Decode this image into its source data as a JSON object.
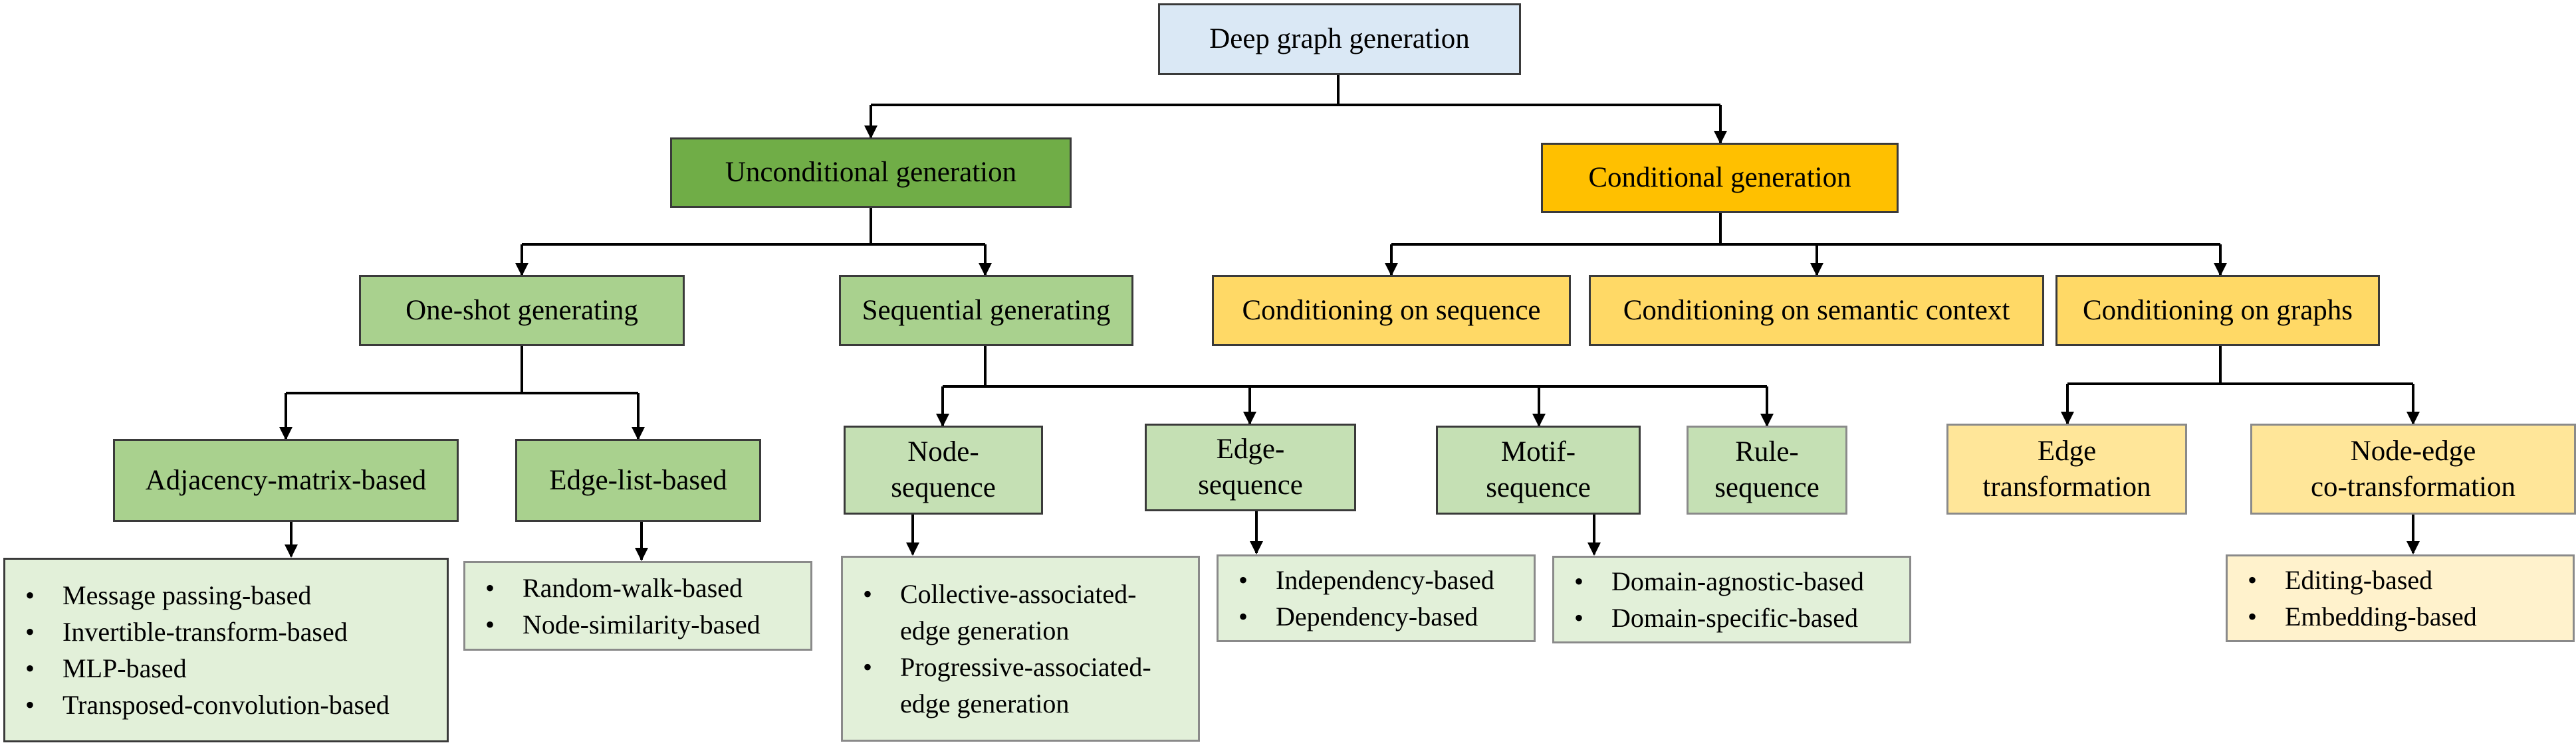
{
  "root": {
    "label": "Deep graph generation"
  },
  "unconditional": {
    "label": "Unconditional generation",
    "one_shot": {
      "label": "One-shot generating",
      "adjacency": {
        "label": "Adjacency-matrix-based",
        "methods": [
          "Message passing-based",
          "Invertible-transform-based",
          "MLP-based",
          "Transposed-convolution-based"
        ]
      },
      "edge_list": {
        "label": "Edge-list-based",
        "methods": [
          "Random-walk-based",
          "Node-similarity-based"
        ]
      }
    },
    "sequential": {
      "label": "Sequential generating",
      "node_seq": {
        "label": "Node-\nsequence",
        "methods": [
          "Collective-associated-\nedge generation",
          "Progressive-associated-\nedge generation"
        ]
      },
      "edge_seq": {
        "label": "Edge-\nsequence",
        "methods": [
          "Independency-based",
          "Dependency-based"
        ]
      },
      "motif_seq": {
        "label": "Motif-\nsequence",
        "methods": [
          "Domain-agnostic-based",
          "Domain-specific-based"
        ]
      },
      "rule_seq": {
        "label": "Rule-\nsequence"
      }
    }
  },
  "conditional": {
    "label": "Conditional generation",
    "on_sequence": {
      "label": "Conditioning on sequence"
    },
    "on_semantic": {
      "label": "Conditioning on semantic context"
    },
    "on_graphs": {
      "label": "Conditioning on graphs",
      "edge_transform": {
        "label": "Edge\ntransformation"
      },
      "node_edge": {
        "label": "Node-edge\nco-transformation",
        "methods": [
          "Editing-based",
          "Embedding-based"
        ]
      }
    }
  }
}
